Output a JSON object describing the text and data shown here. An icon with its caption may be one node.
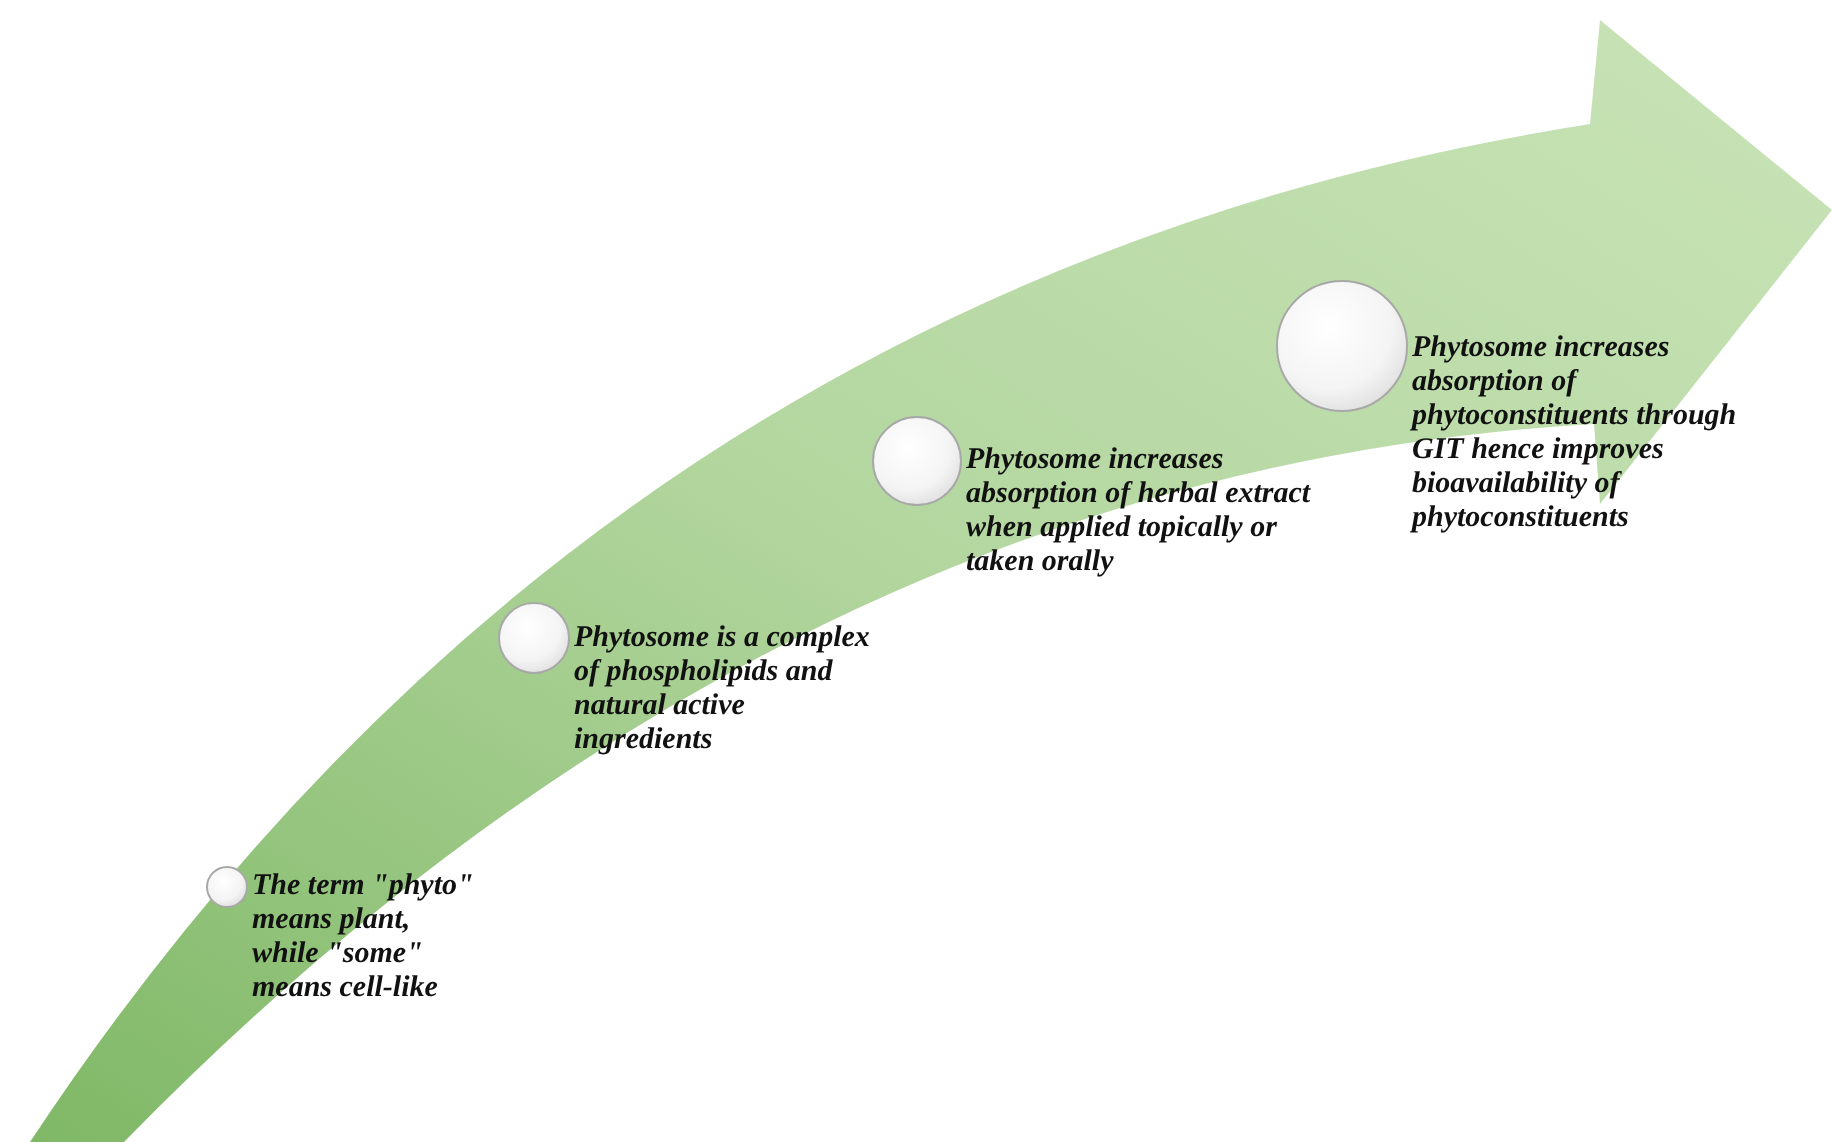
{
  "diagram": {
    "nodes": [
      {
        "text": [
          "The term \"phyto\" means plant, while \"some\" means cell-like"
        ]
      },
      {
        "text": [
          "Phytosome is a complex of phospholipids and natural active ingredients"
        ]
      },
      {
        "text": [
          "Phytosome increases absorption of herbal extract when applied topically or taken orally"
        ]
      },
      {
        "text": [
          "Phytosome increases absorption of phytoconstituents through GIT hence improves bioavailability of phytoconstituents"
        ]
      }
    ]
  }
}
